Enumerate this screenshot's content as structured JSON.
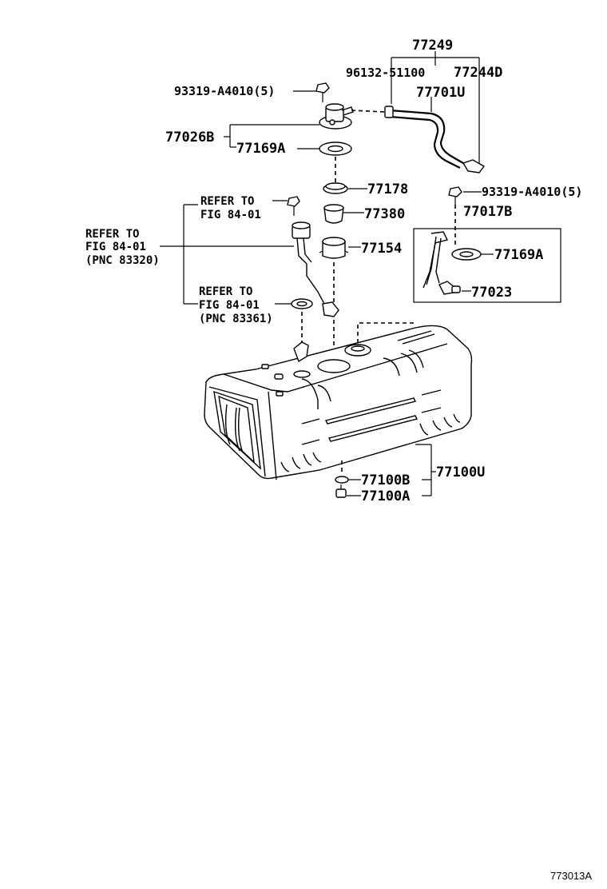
{
  "labels": {
    "p77249": "77249",
    "p96132": "96132-51100",
    "p77244d": "77244D",
    "p77701u": "77701U",
    "p93319_top": "93319-A4010(5)",
    "p77026b": "77026B",
    "p77169a_top": "77169A",
    "p77178": "77178",
    "p93319_right": "93319-A4010(5)",
    "p77380": "77380",
    "p77017b": "77017B",
    "p77154": "77154",
    "p77169a_right": "77169A",
    "p77023": "77023",
    "p77100b": "77100B",
    "p77100u": "77100U",
    "p77100a": "77100A"
  },
  "refs": {
    "ref1_line1": "REFER TO",
    "ref1_line2": "FIG 84-01",
    "ref2_line1": "REFER TO",
    "ref2_line2": "FIG 84-01",
    "ref2_line3": "(PNC 83320)",
    "ref3_line1": "REFER TO",
    "ref3_line2": "FIG 84-01",
    "ref3_line3": "(PNC 83361)"
  },
  "figure_code": "773013A"
}
